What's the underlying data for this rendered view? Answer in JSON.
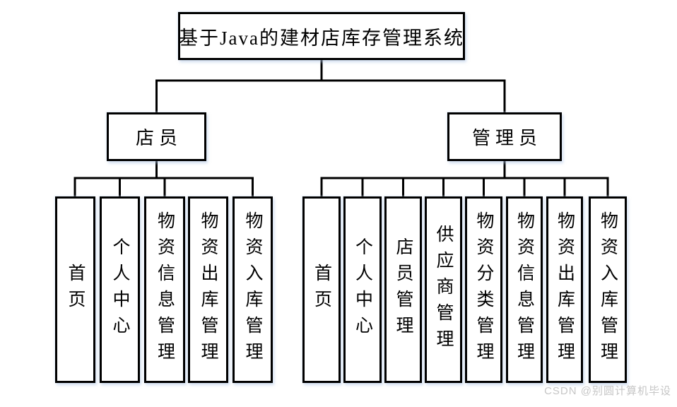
{
  "diagram": {
    "title": "基于Java的建材店库存管理系统",
    "root": {
      "label": "基于Java的建材店库存管理系统"
    },
    "branches": [
      {
        "label": "店员",
        "children": [
          "首页",
          "个人中心",
          "物资信息管理",
          "物资出库管理",
          "物资入库管理"
        ]
      },
      {
        "label": "管理员",
        "children": [
          "首页",
          "个人中心",
          "店员管理",
          "供应商管理",
          "物资分类管理",
          "物资信息管理",
          "物资出库管理",
          "物资入库管理"
        ]
      }
    ]
  },
  "watermark": {
    "text": "CSDN @别圆计算机毕设"
  },
  "colors": {
    "line": "#000000",
    "box_border": "#000000",
    "box_fill": "#ffffff",
    "shadow_halo": "#dde7f3",
    "text": "#000000",
    "watermark": "#c6c6c6",
    "background": "#ffffff"
  }
}
